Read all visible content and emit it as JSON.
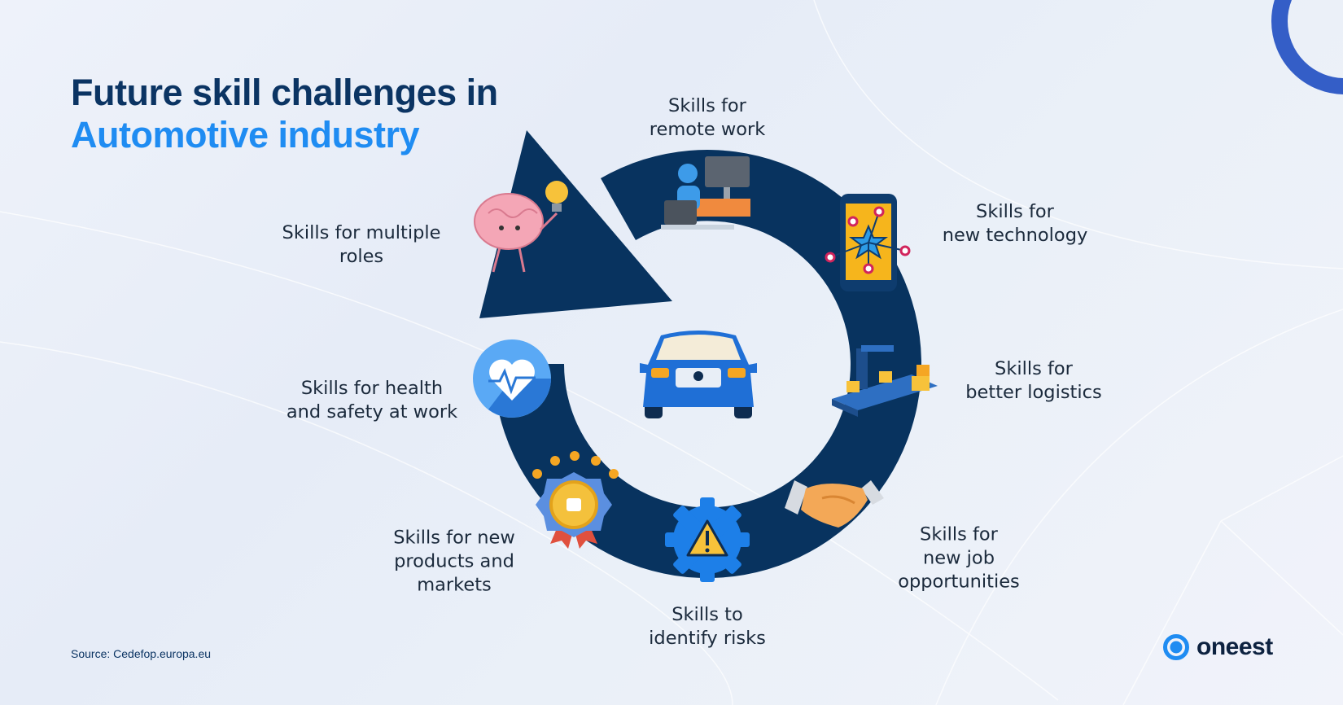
{
  "title": {
    "line1": "Future skill challenges in",
    "line2": "Automotive industry"
  },
  "colors": {
    "navy": "#08335f",
    "accent": "#1f8cf2"
  },
  "cycle": [
    {
      "icon": "remote-work-icon",
      "lines": [
        "Skills for",
        "remote work"
      ]
    },
    {
      "icon": "smartphone-network-icon",
      "lines": [
        "Skills for",
        "new technology"
      ]
    },
    {
      "icon": "conveyor-logistics-icon",
      "lines": [
        "Skills for",
        "better logistics"
      ]
    },
    {
      "icon": "handshake-icon",
      "lines": [
        "Skills for",
        "new job",
        "opportunities"
      ]
    },
    {
      "icon": "warning-gear-icon",
      "lines": [
        "Skills to",
        "identify risks"
      ]
    },
    {
      "icon": "medal-icon",
      "lines": [
        "Skills for new",
        "products and",
        "markets"
      ]
    },
    {
      "icon": "heart-health-icon",
      "lines": [
        "Skills for health",
        "and safety at work"
      ]
    },
    {
      "icon": "brain-idea-icon",
      "lines": [
        "Skills for multiple",
        "roles"
      ]
    }
  ],
  "center_icon": "car-icon",
  "source": "Source: Cedefop.europa.eu",
  "brand": "oneest"
}
